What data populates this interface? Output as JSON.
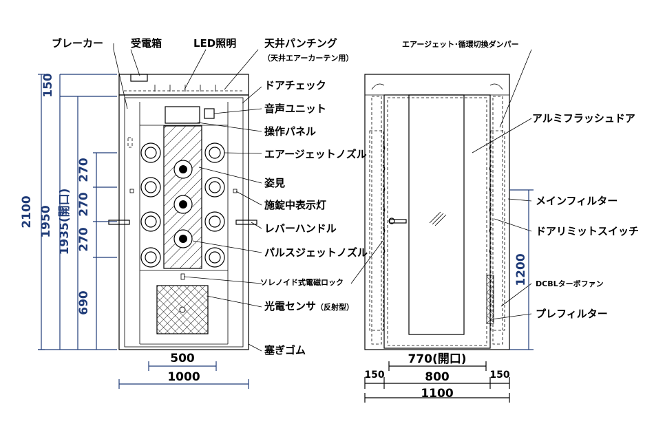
{
  "labels": {
    "breaker": "ブレーカー",
    "power_box": "受電箱",
    "led_light": "LED照明",
    "ceiling_punching": "天井パンチング",
    "ceiling_punching_note": "（天井エアーカーテン用）",
    "door_check": "ドアチェック",
    "audio_unit": "音声ユニット",
    "control_panel": "操作パネル",
    "air_jet_nozzle": "エアージェットノズル",
    "mirror": "姿見",
    "lock_indicator": "施錠中表示灯",
    "lever_handle": "レバーハンドル",
    "pulse_jet_nozzle": "パルスジェットノズル",
    "solenoid_lock": "ソレノイド式電磁ロック",
    "photo_sensor": "光電センサ",
    "photo_sensor_note": "（反射型）",
    "bumper": "塞ぎゴム",
    "damper": "エアージェット･循環切換ダンパー",
    "aluminum_flush_door": "アルミフラッシュドア",
    "main_filter": "メインフィルター",
    "door_limit_switch": "ドアリミットスイッチ",
    "turbo_fan": "DCBLターボファン",
    "pre_filter": "プレフィルター"
  },
  "dimensions": {
    "left": {
      "total_height": "2100",
      "body_height": "1950",
      "opening_height": "1935(開口)",
      "top_height": "150",
      "seg1": "270",
      "seg2": "270",
      "seg3": "270",
      "seg4": "690",
      "bottom_inner": "500",
      "bottom_outer": "1000"
    },
    "right": {
      "opening_width": "770(開口)",
      "center_width": "800",
      "side_left": "150",
      "side_right": "150",
      "total_width": "1100",
      "side_height": "1200"
    }
  }
}
